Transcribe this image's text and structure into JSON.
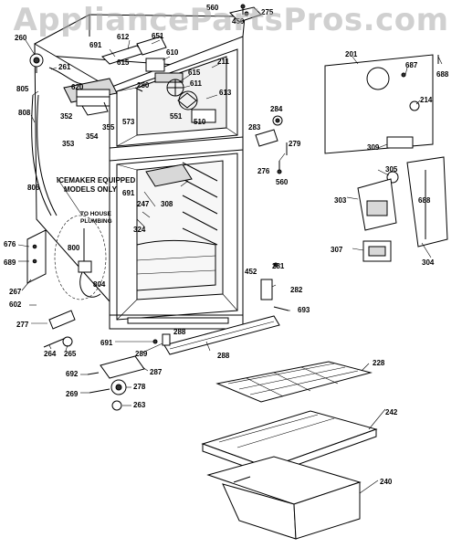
{
  "watermark": "AppliancePartsPros.com",
  "note": {
    "line1": "ICEMAKER EQUIPPED",
    "line2": "MODELS ONLY"
  },
  "plumbing": {
    "line1": "TO HOUSE",
    "line2": "PLUMBING"
  },
  "labels": {
    "p560a": "560",
    "p450": "450",
    "p275": "275",
    "p260": "260",
    "p261": "261",
    "p691a": "691",
    "p612": "612",
    "p651": "651",
    "p610": "610",
    "p615a": "615",
    "p211": "211",
    "p201": "201",
    "p687": "687",
    "p688a": "688",
    "p805": "805",
    "p620": "620",
    "p280": "280",
    "p615b": "615",
    "p611": "611",
    "p613": "613",
    "p214": "214",
    "p352": "352",
    "p355": "355",
    "p573": "573",
    "p551": "551",
    "p510": "510",
    "p808": "808",
    "p354": "354",
    "p353": "353",
    "p284": "284",
    "p283": "283",
    "p279": "279",
    "p309": "309",
    "p276": "276",
    "p560b": "560",
    "p305": "305",
    "p806": "806",
    "p691b": "691",
    "p247": "247",
    "p308": "308",
    "p303": "303",
    "p688b": "688",
    "p324": "324",
    "p676": "676",
    "p800": "800",
    "p307": "307",
    "p304": "304",
    "p689": "689",
    "p452": "452",
    "p281": "281",
    "p267": "267",
    "p804": "804",
    "p282": "282",
    "p602": "602",
    "p693": "693",
    "p277": "277",
    "p288a": "288",
    "p264": "264",
    "p265": "265",
    "p691c": "691",
    "p289": "289",
    "p288b": "288",
    "p228": "228",
    "p692": "692",
    "p287": "287",
    "p278": "278",
    "p269": "269",
    "p263": "263",
    "p242": "242",
    "p240": "240"
  }
}
